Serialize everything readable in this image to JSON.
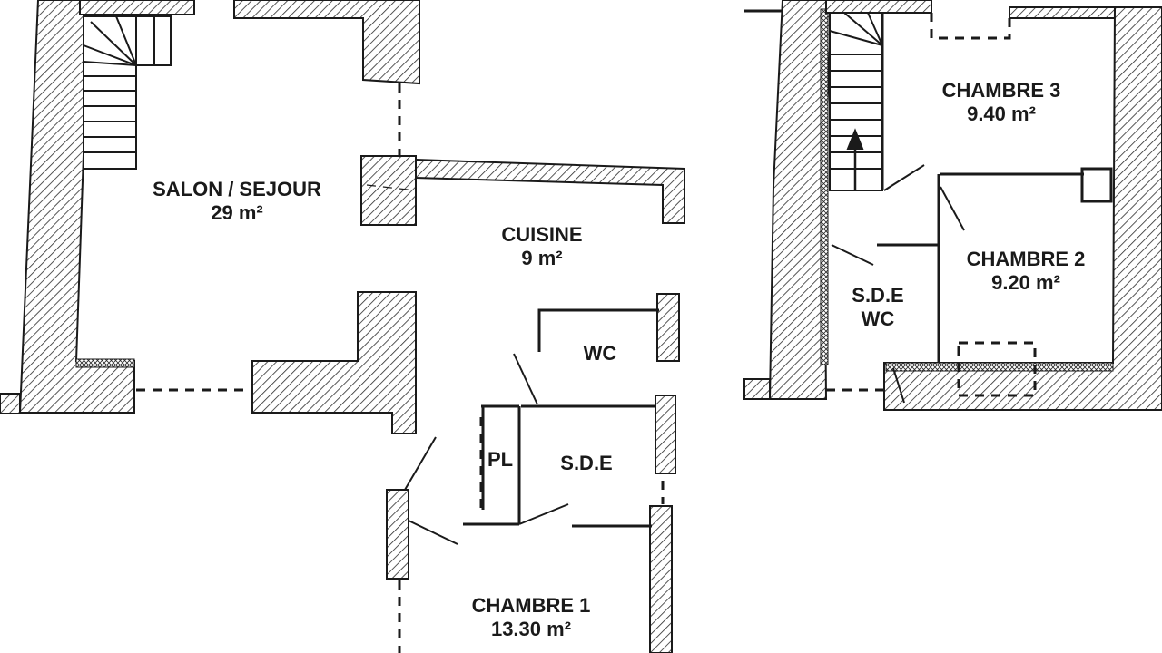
{
  "rooms": [
    {
      "id": "salon",
      "name": "SALON / SEJOUR",
      "area": "29 m²"
    },
    {
      "id": "cuisine",
      "name": "CUISINE",
      "area": "9 m²"
    },
    {
      "id": "wc",
      "name": "WC",
      "area": ""
    },
    {
      "id": "pl",
      "name": "PL",
      "area": ""
    },
    {
      "id": "sde",
      "name": "S.D.E",
      "area": ""
    },
    {
      "id": "chambre1",
      "name": "CHAMBRE 1",
      "area": "13.30 m²"
    },
    {
      "id": "chambre3",
      "name": "CHAMBRE 3",
      "area": "9.40 m²"
    },
    {
      "id": "chambre2",
      "name": "CHAMBRE 2",
      "area": "9.20 m²"
    },
    {
      "id": "sdewc",
      "name": "S.D.E",
      "area": "WC"
    }
  ]
}
